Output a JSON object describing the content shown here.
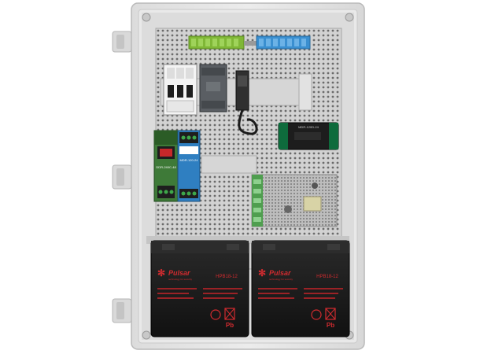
{
  "batteries": [
    {
      "brand": "Pulsar",
      "brand_sub": "technology for security",
      "model": "HPB18-12"
    },
    {
      "brand": "Pulsar",
      "brand_sub": "technology for security",
      "model": "HPB18-12"
    }
  ],
  "psu_modules": [
    {
      "label": "DDR-240C-48"
    },
    {
      "label": "MDR-120-24"
    }
  ],
  "converter_label": "MDR-120D-24",
  "recycle_marks": [
    {
      "text": "Pb"
    },
    {
      "text": "Pb"
    }
  ],
  "colors": {
    "enclosure": "#e6e6e6",
    "backplate": "#cfcfcf",
    "battery": "#1b1b1b",
    "battery_text": "#c0282c",
    "terminal_green": "#8cc63f",
    "terminal_blue": "#3a8fd0",
    "psu_green_module": "#3f7f3a",
    "psu_blue_module": "#2f7fc1"
  }
}
